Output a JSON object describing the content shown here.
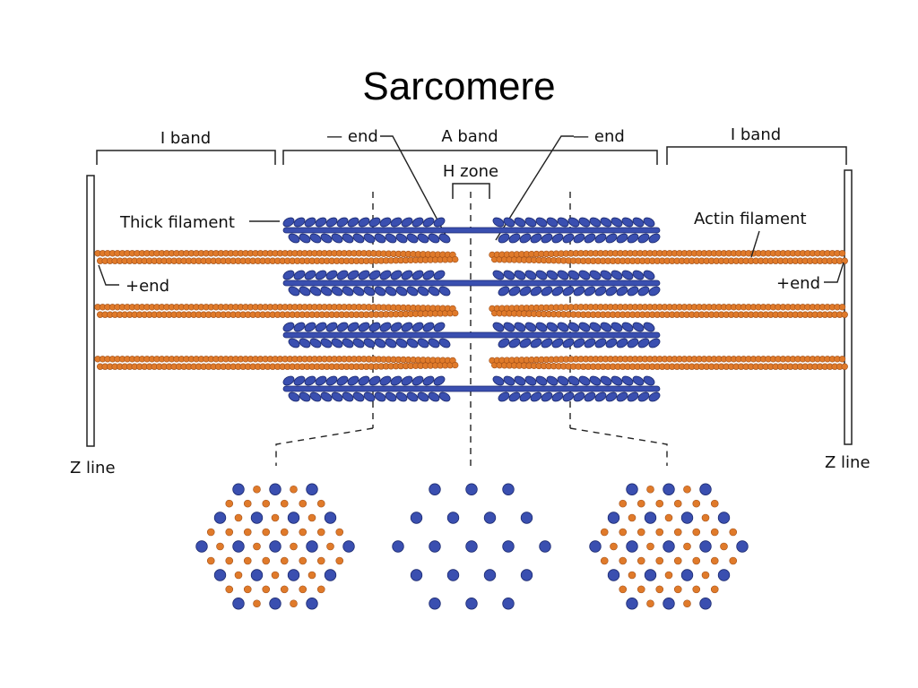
{
  "title": "Sarcomere",
  "labels": {
    "i_band_left": "I band",
    "i_band_right": "I band",
    "a_band": "A band",
    "minus_end_left": "— end",
    "minus_end_right": "— end",
    "h_zone": "H zone",
    "thick_filament": "Thick filament",
    "actin_filament": "Actin filament",
    "plus_end_left": "+end",
    "plus_end_right": "+end",
    "z_line_left": "Z line",
    "z_line_right": "Z line"
  },
  "colors": {
    "myosin": "#3a4fb0",
    "myosin_outline": "#1c2a70",
    "actin": "#e07a2a",
    "actin_outline": "#a0501a",
    "line": "#222222"
  },
  "cross_sections": {
    "left": "thick and thin filaments (I/A overlap)",
    "middle": "thick filaments only (H zone)",
    "right": "thick and thin filaments (I/A overlap)"
  }
}
